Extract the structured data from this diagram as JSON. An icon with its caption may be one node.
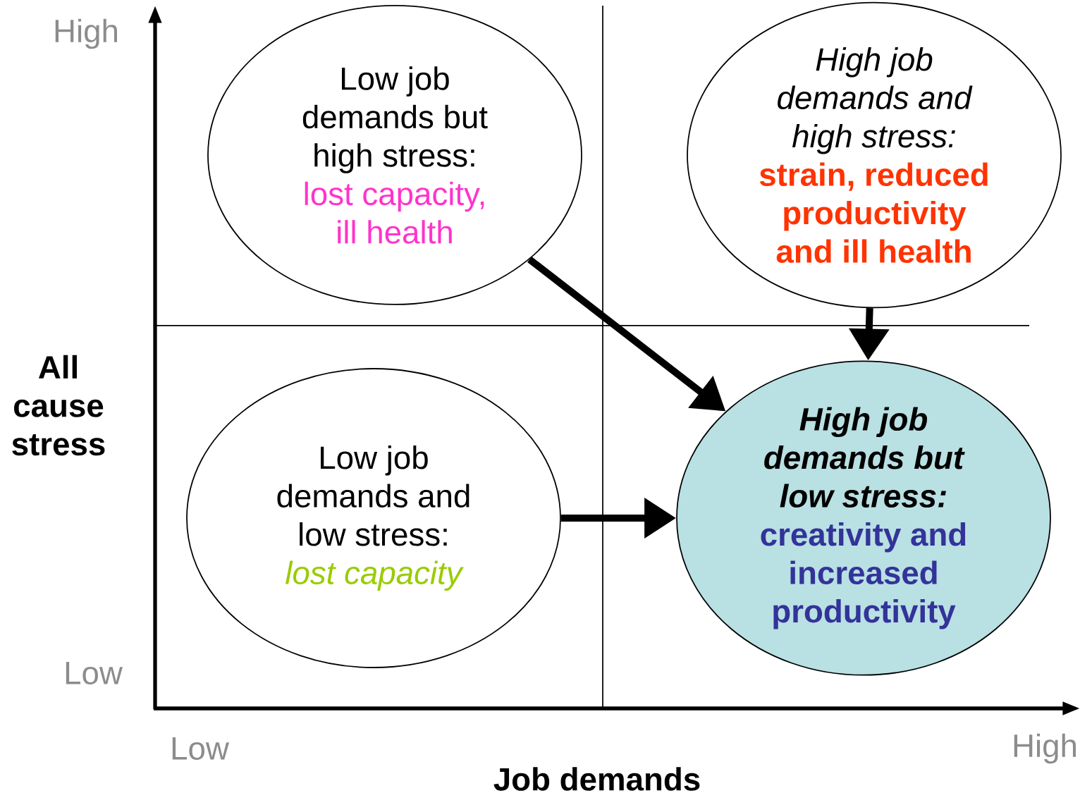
{
  "diagram": {
    "nodes": [
      {
        "text": [
          "Low job demands but high stress:",
          "lost capacity, ill health"
        ]
      },
      {
        "text": [
          "High job demands and high stress:",
          "strain, reduced productivity and ill health"
        ]
      },
      {
        "text": [
          "Low job demands and low stress:",
          "lost capacity"
        ]
      },
      {
        "text": [
          "High job demands but low stress:",
          "creativity and increased productivity"
        ]
      }
    ],
    "edges": [
      {
        "from": 0,
        "to": 3,
        "arrow": "to"
      },
      {
        "from": 1,
        "to": 3,
        "arrow": "to"
      },
      {
        "from": 2,
        "to": 3,
        "arrow": "to"
      }
    ],
    "labels": [
      "High",
      "All cause stress",
      "Low",
      "Low",
      "High",
      "Job demands"
    ]
  }
}
